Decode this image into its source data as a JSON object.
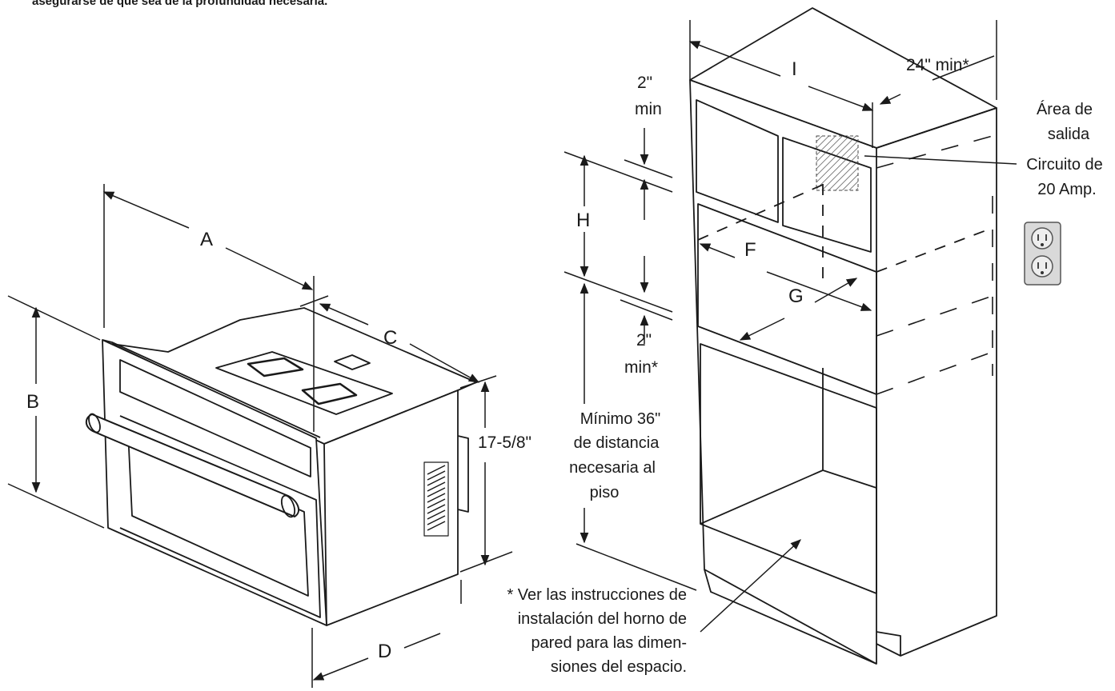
{
  "header_note": "asegurarse de que sea de la profundidad necesaria.",
  "oven_labels": {
    "width": "A",
    "height": "B",
    "depth": "C",
    "depth_with_door": "D",
    "side_height": "17-5/8\""
  },
  "cabinet_labels": {
    "top_depth": "24\" min*",
    "cutout_width": "I",
    "top_clearance_value": "2\"",
    "top_clearance_unit": "min",
    "cutout_height": "H",
    "bottom_clearance_value": "2\"",
    "bottom_clearance_unit": "min*",
    "cutout_width_f": "F",
    "cutout_depth_g": "G"
  },
  "floor_note": [
    "Mínimo 36\"",
    "de distancia",
    "necesaria al",
    "piso"
  ],
  "outlet_note": [
    "Área de",
    "salida",
    "Circuito de",
    "20 Amp."
  ],
  "footnote": [
    "* Ver las instrucciones de",
    "instalación del horno de",
    "pared para las dimen-",
    "siones del espacio."
  ],
  "colors": {
    "line": "#1a1a1a",
    "outlet_fill": "#d9d9d9",
    "hatch": "#444444"
  }
}
